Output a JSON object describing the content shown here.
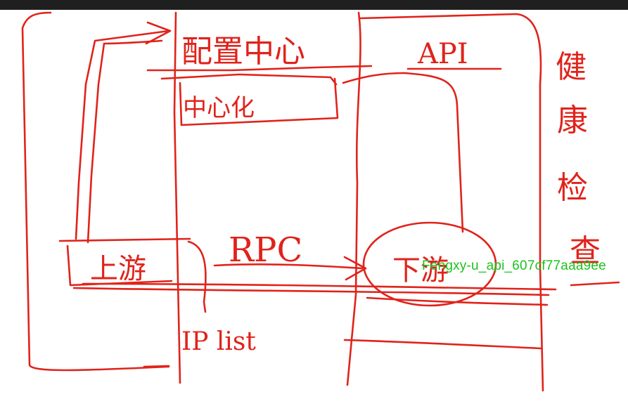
{
  "labels": {
    "config_center": "配置中心",
    "registry_center": "中心化",
    "api": "API",
    "health_check": [
      "健",
      "康",
      "检",
      "查"
    ],
    "rpc": "RPC",
    "upstream": "上游",
    "downstream": "下游",
    "ip_list": "IP list"
  },
  "watermark": "Fengxy-u_api_607cf77aaa9ee",
  "colors": {
    "ink": "#e0231b",
    "watermark": "#1bc21b",
    "topbar": "#1f1f1f",
    "background": "#ffffff"
  }
}
